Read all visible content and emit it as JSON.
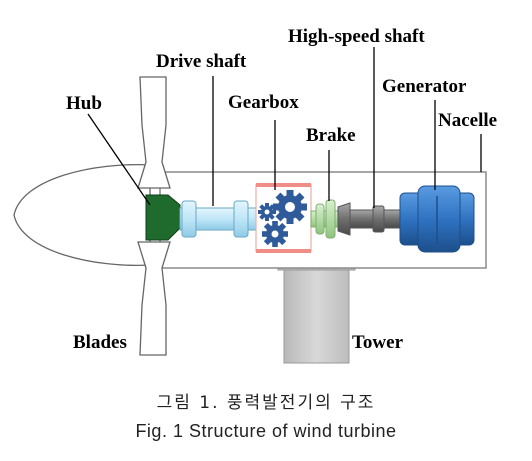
{
  "labels": {
    "hub": "Hub",
    "drive_shaft": "Drive shaft",
    "high_speed_shaft": "High-speed shaft",
    "gearbox": "Gearbox",
    "generator": "Generator",
    "brake": "Brake",
    "nacelle": "Nacelle",
    "blades": "Blades",
    "tower": "Tower"
  },
  "caption": {
    "korean": "그림 1. 풍력발전기의 구조",
    "english": "Fig. 1 Structure of wind turbine"
  },
  "colors": {
    "hub": "#1f6b2e",
    "drive_shaft": "#bfe6f7",
    "gear": "#2f5b9a",
    "gearbox_frame": "#f3a9a5",
    "brake": "#b5dba8",
    "high_speed_shaft": "#7a7a7a",
    "generator": "#2f73c2",
    "tower": "#c9c9c9"
  }
}
